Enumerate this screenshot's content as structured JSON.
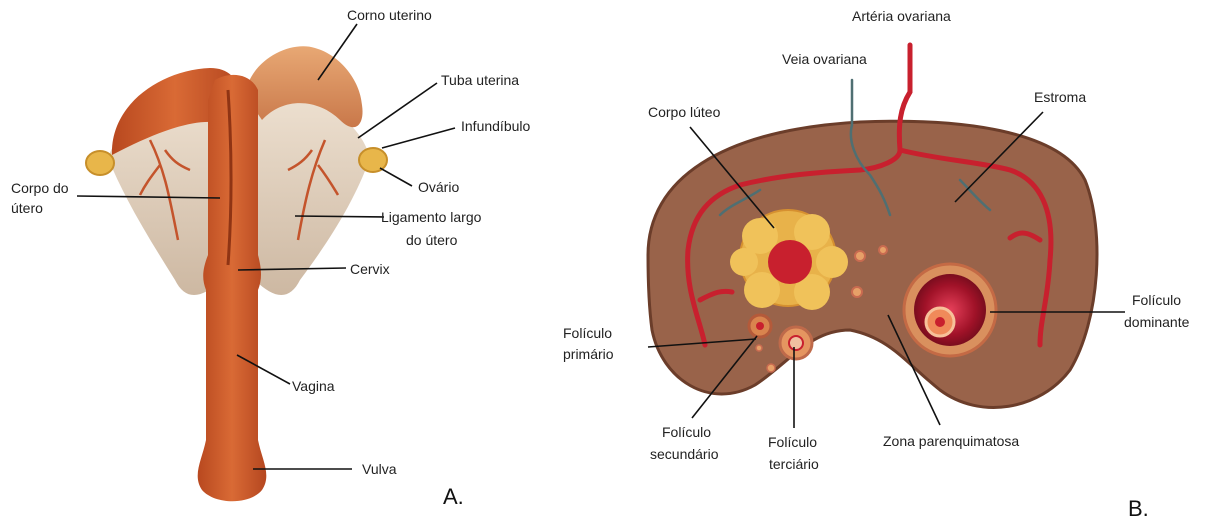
{
  "panel_a": {
    "letter": "A.",
    "labels": {
      "corno_uterino": "Corno uterino",
      "tuba_uterina": "Tuba uterina",
      "infundibulo": "Infundíbulo",
      "ovario": "Ovário",
      "corpo_do_utero_1": "Corpo do",
      "corpo_do_utero_2": "útero",
      "ligamento_1": "Ligamento largo",
      "ligamento_2": "do útero",
      "cervix": "Cervix",
      "vagina": "Vagina",
      "vulva": "Vulva"
    }
  },
  "panel_b": {
    "letter": "B.",
    "labels": {
      "arteria_ovariana": "Artéria ovariana",
      "veia_ovariana": "Veia ovariana",
      "estroma": "Estroma",
      "corpo_luteo": "Corpo lúteo",
      "foliculo_dominante_1": "Folículo",
      "foliculo_dominante_2": "dominante",
      "foliculo_primario_1": "Folículo",
      "foliculo_primario_2": "primário",
      "foliculo_secundario_1": "Folículo",
      "foliculo_secundario_2": "secundário",
      "foliculo_terciario_1": "Folículo",
      "foliculo_terciario_2": "terciário",
      "zona_parenquimatosa": "Zona parenquimatosa"
    }
  }
}
